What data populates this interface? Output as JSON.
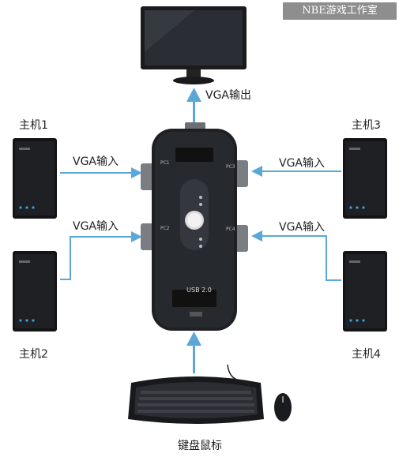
{
  "watermark": "NBE游戏工作室",
  "labels": {
    "vga_out": "VGA输出",
    "vga_in_1": "VGA输入",
    "vga_in_2": "VGA输入",
    "vga_in_3": "VGA输入",
    "vga_in_4": "VGA输入",
    "host1": "主机1",
    "host2": "主机2",
    "host3": "主机3",
    "host4": "主机4",
    "keyboard_mouse": "键盘鼠标"
  },
  "device": {
    "usb_label": "USB 2.0",
    "port_labels": [
      "PC1",
      "PC2",
      "PC3",
      "PC4"
    ]
  },
  "colors": {
    "connector_line": "#5aa7d8",
    "watermark_bg": "#8e8e8e",
    "device_body": "#1e2024"
  }
}
